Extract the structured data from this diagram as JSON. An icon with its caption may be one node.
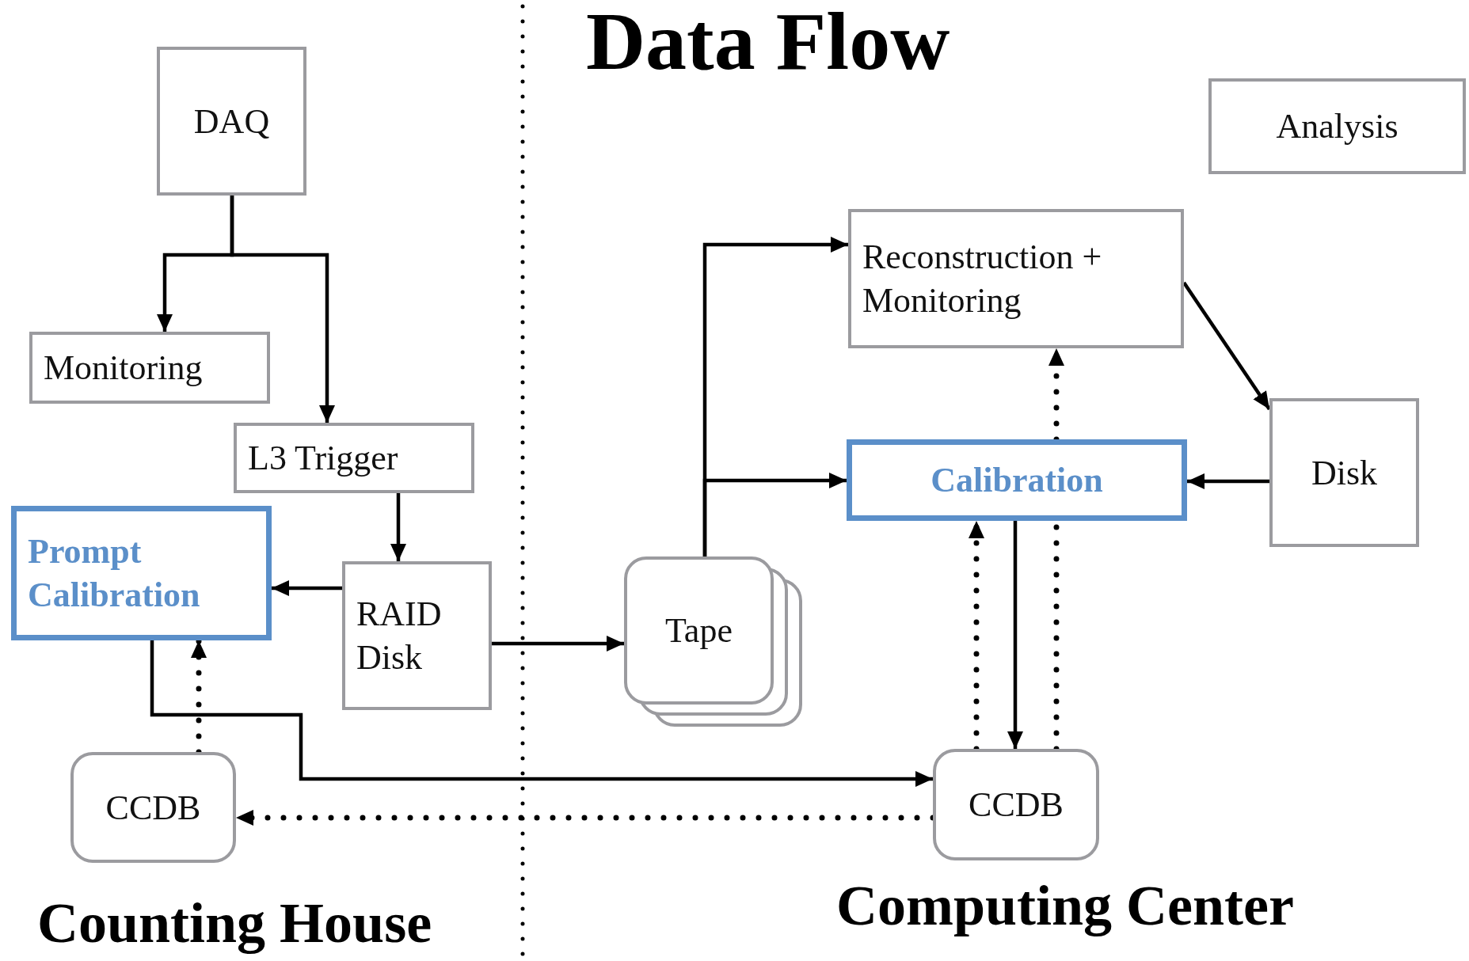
{
  "diagram": {
    "title": "Data Flow",
    "nodes": [
      {
        "text": [
          "DAQ"
        ]
      },
      {
        "text": [
          "Monitoring"
        ]
      },
      {
        "text": [
          "L3 Trigger"
        ]
      },
      {
        "text": [
          "Prompt Calibration"
        ]
      },
      {
        "text": [
          "RAID Disk"
        ]
      },
      {
        "text": [
          "CCDB"
        ]
      },
      {
        "text": [
          "Tape"
        ]
      },
      {
        "text": [
          "Reconstruction + Monitoring"
        ]
      },
      {
        "text": [
          "Analysis"
        ]
      },
      {
        "text": [
          "Calibration"
        ]
      },
      {
        "text": [
          "Disk"
        ]
      },
      {
        "text": [
          "CCDB"
        ]
      }
    ],
    "edges": [
      {
        "from": 0,
        "to": 1,
        "arrow": "to"
      },
      {
        "from": 0,
        "to": 2,
        "arrow": "to"
      },
      {
        "from": 2,
        "to": 4,
        "arrow": "to"
      },
      {
        "from": 4,
        "to": 3,
        "arrow": "to"
      },
      {
        "from": 4,
        "to": 6,
        "arrow": "to"
      },
      {
        "from": 6,
        "to": 7,
        "arrow": "to"
      },
      {
        "from": 6,
        "to": 9,
        "arrow": "to"
      },
      {
        "from": 7,
        "to": 10,
        "arrow": "to"
      },
      {
        "from": 10,
        "to": 9,
        "arrow": "to"
      },
      {
        "from": 9,
        "to": 7,
        "arrow": "to",
        "style": "dashed"
      },
      {
        "from": 9,
        "to": 11,
        "arrow": "to"
      },
      {
        "from": 11,
        "to": 9,
        "arrow": "to",
        "style": "dashed"
      },
      {
        "from": 11,
        "to": 9,
        "arrow": "none",
        "style": "dashed"
      },
      {
        "from": 5,
        "to": 3,
        "arrow": "to",
        "style": "dashed"
      },
      {
        "from": 3,
        "to": 11,
        "arrow": "to"
      },
      {
        "from": 11,
        "to": 5,
        "arrow": "to",
        "style": "dashed"
      }
    ],
    "labels": [
      "Counting House",
      "Computing Center"
    ]
  }
}
